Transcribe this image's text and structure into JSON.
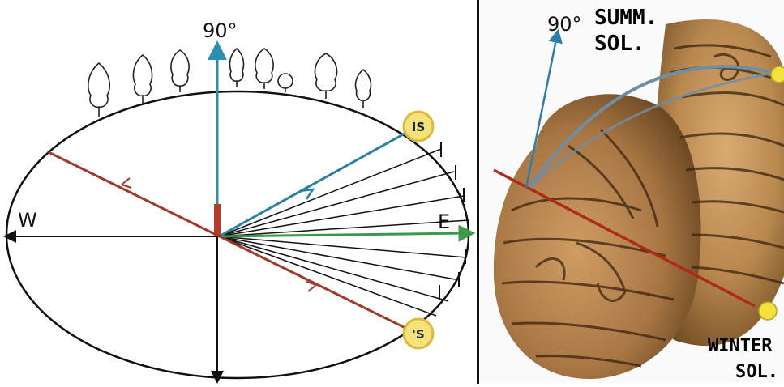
{
  "left_diagram": {
    "zenith_label": "90°",
    "west_label": "W",
    "east_label": "E",
    "summer_sun_label": "IS",
    "winter_sun_label": "'S",
    "colors": {
      "zenith_axis": "#2a8fb0",
      "sun_path": "#a03a2a",
      "east_arrow": "#3a9a4a",
      "summer_ray": "#2a7fa5",
      "sun_disk": "#f4e27a"
    }
  },
  "right_photo": {
    "zenith_label": "90°",
    "summer_label_line1": "SUMM.",
    "summer_label_line2": "SOL.",
    "winter_label_line1": "WINTER",
    "winter_label_line2": "SOL.",
    "colors": {
      "stone": "#b88a55",
      "summer_line": "#6e8ea6",
      "winter_line": "#b02a1a",
      "zenith_line": "#2a7fb0",
      "sun_dot": "#f2e23a"
    }
  }
}
